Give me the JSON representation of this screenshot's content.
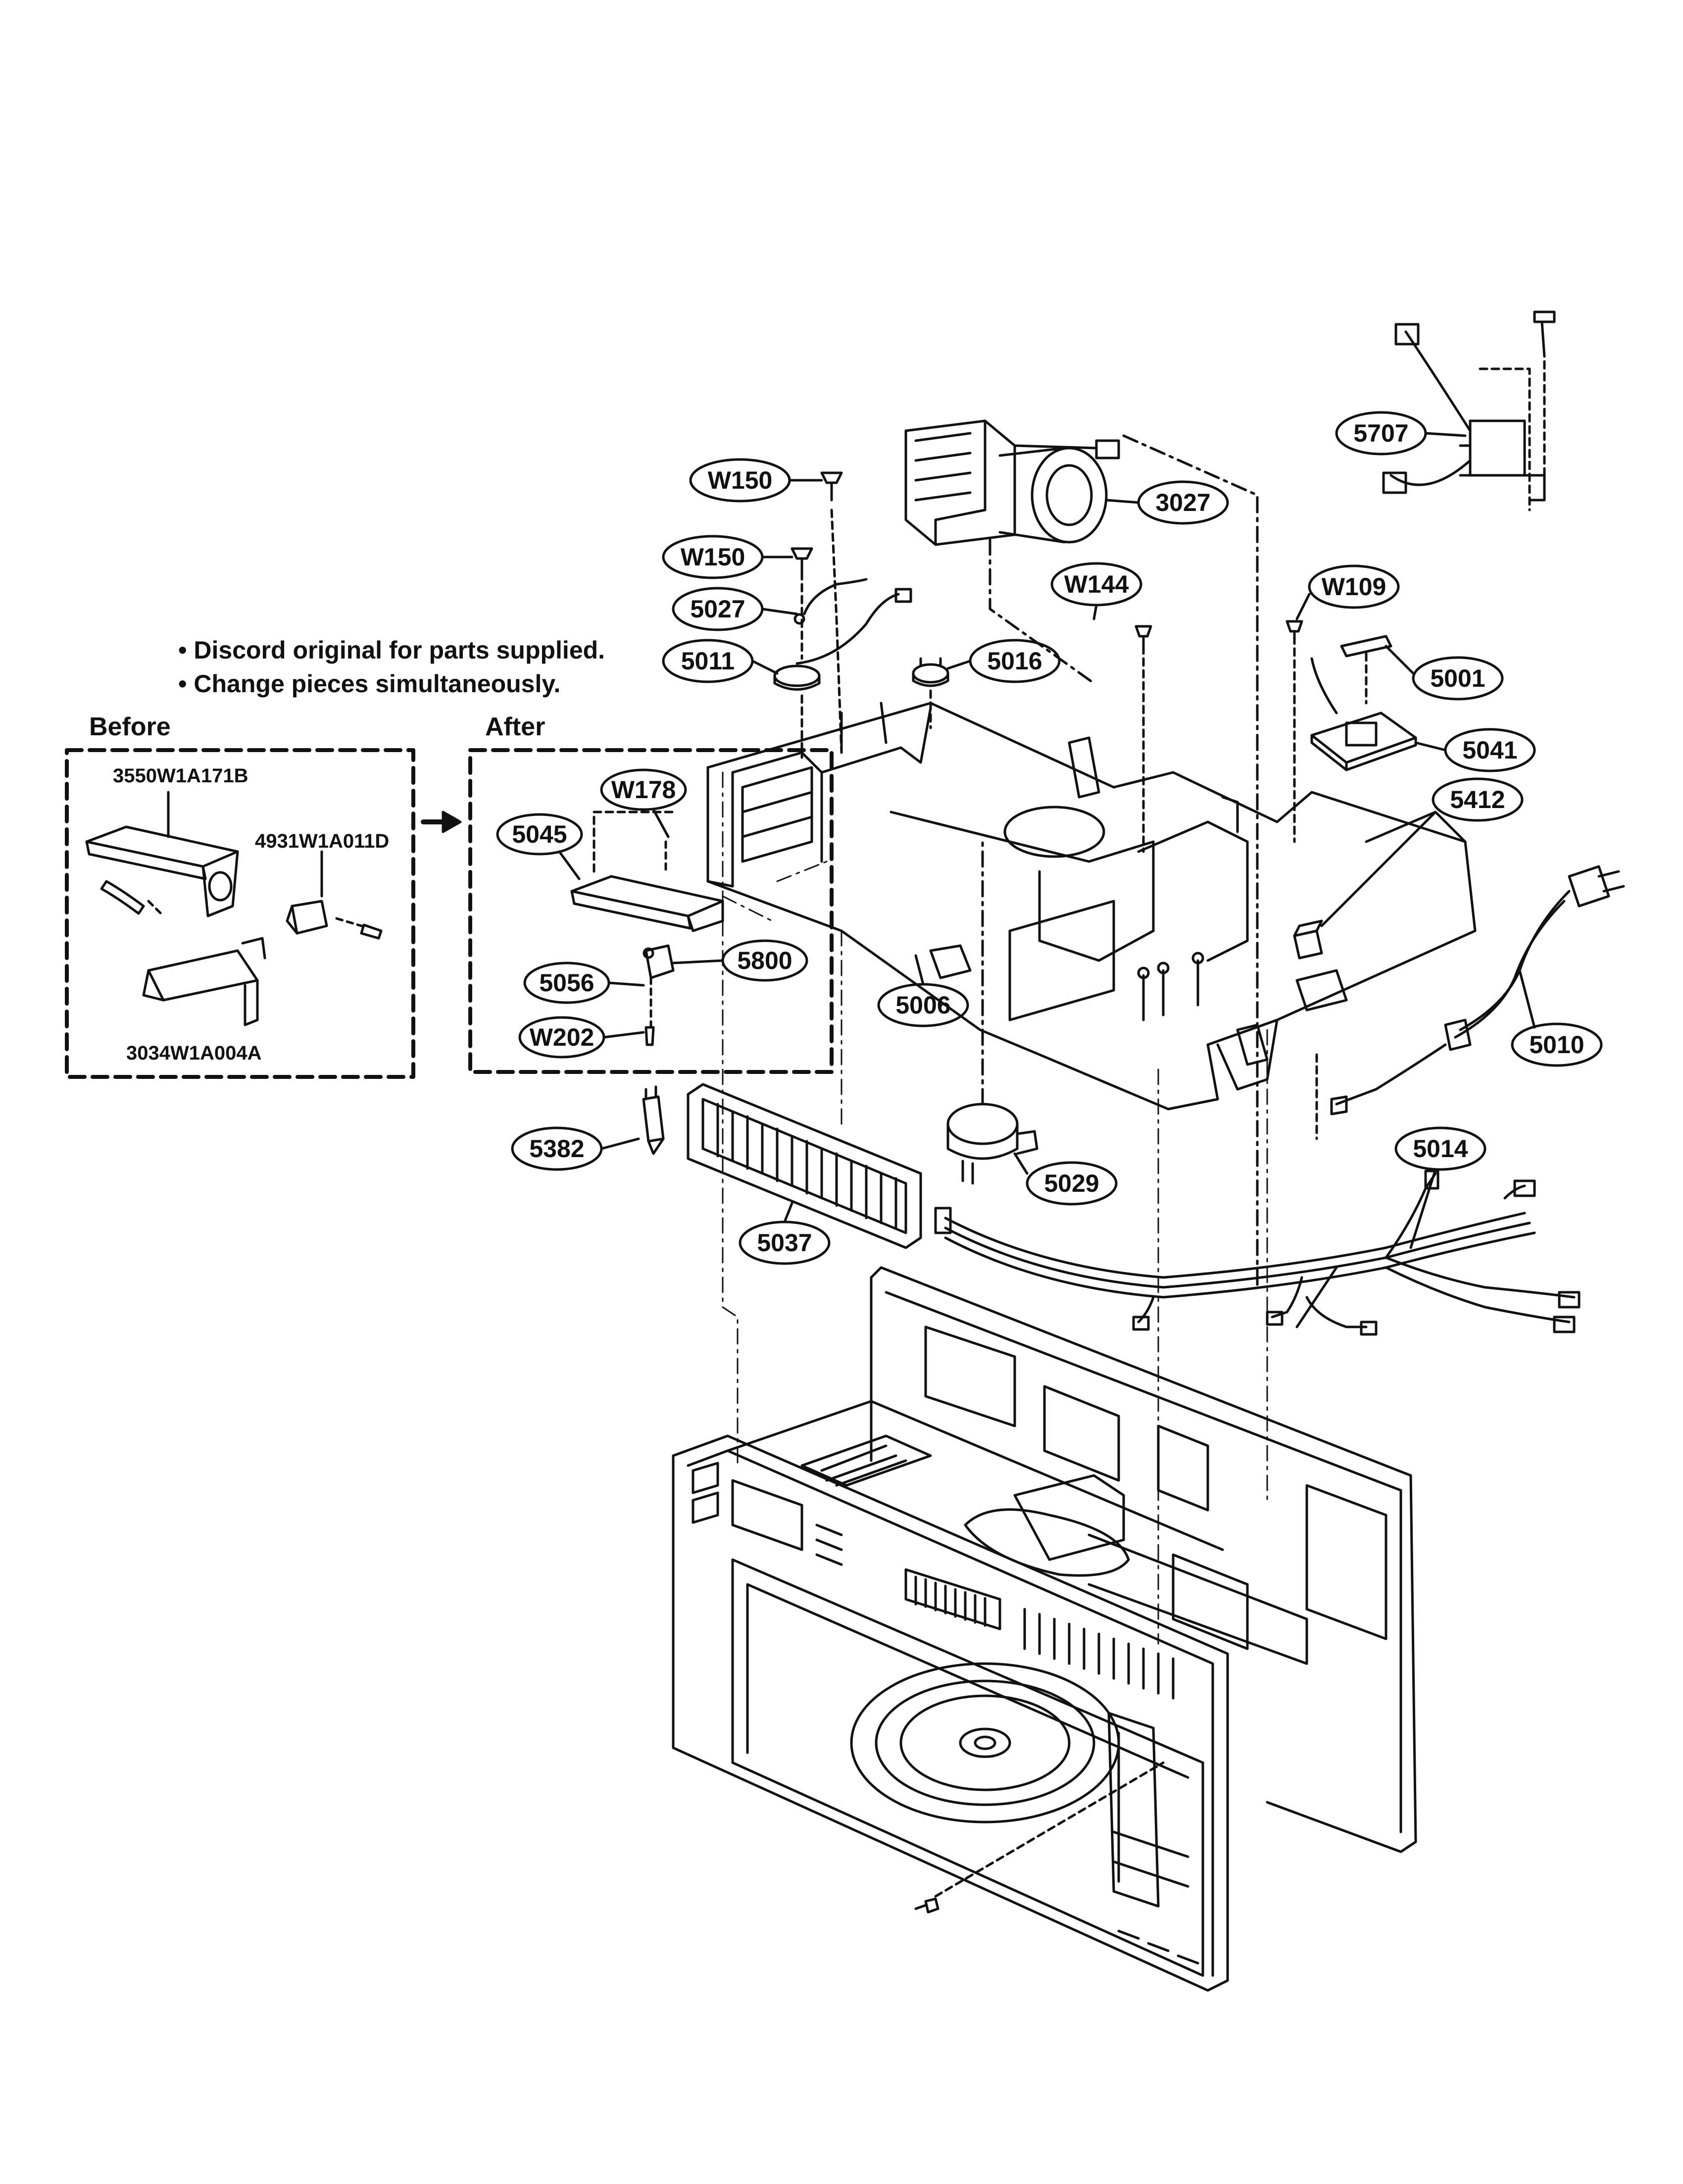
{
  "notes": [
    "• Discord original for parts supplied.",
    "• Change pieces simultaneously."
  ],
  "before_box": {
    "title": "Before",
    "parts": [
      "3550W1A171B",
      "4931W1A011D",
      "3034W1A004A"
    ]
  },
  "after_box": {
    "title": "After",
    "callouts": [
      "W178",
      "5045",
      "5800",
      "5056",
      "W202"
    ]
  },
  "callouts": [
    "5707",
    "W150",
    "3027",
    "W150",
    "W144",
    "W109",
    "5027",
    "5011",
    "5016",
    "5001",
    "5041",
    "5412",
    "5006",
    "5010",
    "5382",
    "5029",
    "5014",
    "5037"
  ],
  "colors": {
    "ink": "#111111",
    "paper": "#ffffff"
  }
}
